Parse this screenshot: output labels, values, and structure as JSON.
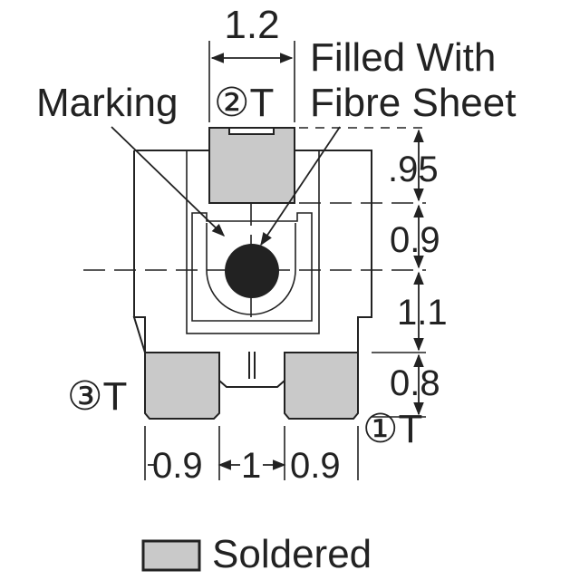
{
  "colors": {
    "ink": "#222222",
    "pad_fill": "#c9c9c9",
    "background": "#ffffff"
  },
  "labels": {
    "top_width": "1.2",
    "marking": "Marking",
    "terminal_2": "②T",
    "terminal_3": "③T",
    "terminal_1": "①T",
    "filled_line1": "Filled With",
    "filled_line2": "Fibre Sheet",
    "legend": "Soldered"
  },
  "dimensions": {
    "right": [
      ".95",
      "0.9",
      "1.1",
      "0.8"
    ],
    "bottom": [
      "0.9",
      "1",
      "0.9"
    ]
  }
}
